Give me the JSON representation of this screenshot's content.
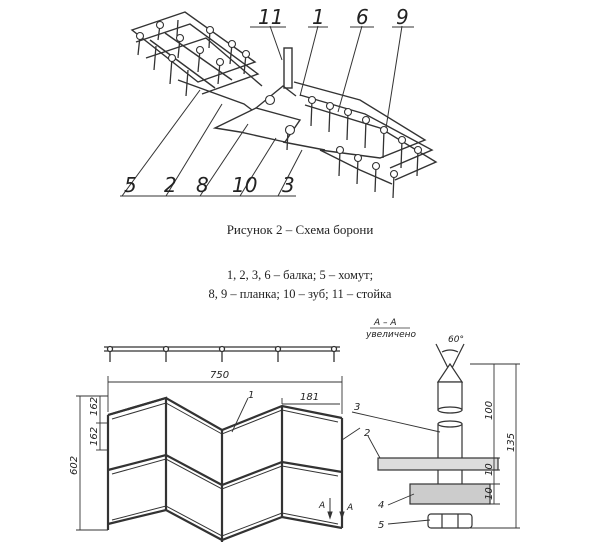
{
  "figure_top": {
    "callouts": [
      "11",
      "1",
      "6",
      "9",
      "5",
      "2",
      "8",
      "10",
      "3"
    ]
  },
  "caption": "Рисунок 2 – Схема  борони",
  "legend": {
    "line1": "1, 2, 3, 6 – балка; 5 – хомут;",
    "line2": "8, 9 – планка; 10 – зуб; 11 – стойка"
  },
  "figure_bottom": {
    "dims": {
      "width_750": "750",
      "step_181": "181",
      "h_162a": "162",
      "h_162b": "162",
      "h_602": "602",
      "h_100": "100",
      "h_135": "135",
      "h_10a": "10",
      "h_10b": "10",
      "angle": "60°"
    },
    "section_title": "А – А",
    "section_sub": "увеличено",
    "section_marker": "А",
    "callouts": [
      "1",
      "2",
      "3",
      "4",
      "5"
    ]
  }
}
